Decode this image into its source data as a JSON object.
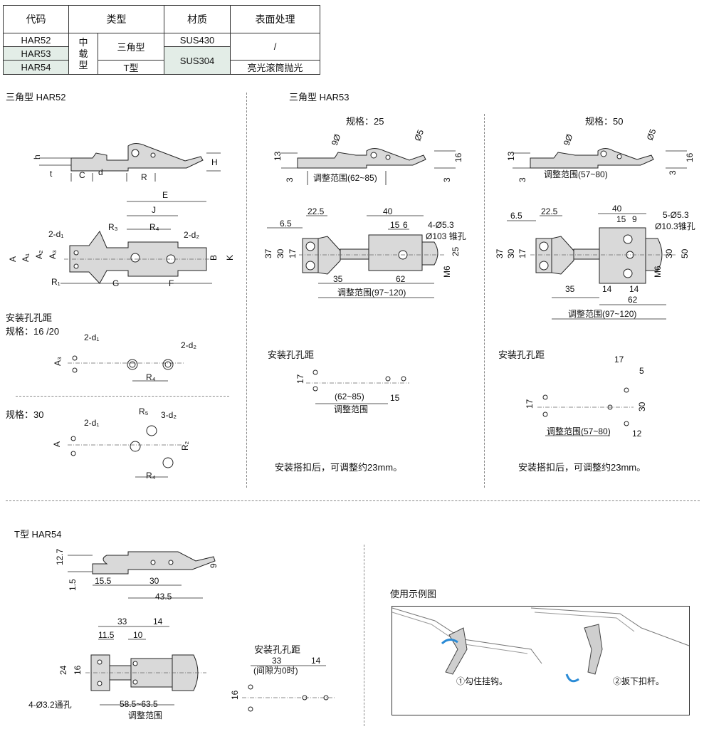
{
  "table": {
    "headers": [
      "代码",
      "类型",
      "材质",
      "表面处理"
    ],
    "rows": [
      {
        "code": "HAR52",
        "material": "SUS430"
      },
      {
        "code": "HAR53"
      },
      {
        "code": "HAR54"
      }
    ],
    "type_group": "中\n载\n型",
    "type_triangle": "三角型",
    "type_t": "T型",
    "material_2": "SUS304",
    "surface_1": "/",
    "surface_2": "亮光滚筒抛光"
  },
  "sections": {
    "har52_title": "三角型  HAR52",
    "har53_title": "三角型  HAR53",
    "har54_title": "T型  HAR54",
    "spec25": "规格：25",
    "spec50": "规格：50",
    "spec1620": "规格：16 /20",
    "spec30": "规格：30",
    "hole_pitch": "安装孔孔距",
    "adjust_note": "安装搭扣后，可调整约23mm。",
    "usage_title": "使用示例图",
    "step1": "①勾住挂钩。",
    "step2": "②扳下扣杆。"
  },
  "dims": {
    "h": "h",
    "t": "t",
    "C": "C",
    "d": "d",
    "R": "R",
    "H": "H",
    "E": "E",
    "J": "J",
    "R3": "R3",
    "R4": "R4",
    "d1": "2-d1",
    "d2": "2-d2",
    "d2b": "3-d2",
    "R5": "R5",
    "R2": "R2",
    "A": "A",
    "A1": "A1",
    "A2": "A2",
    "A3": "A3",
    "B": "B",
    "K": "K",
    "R1": "R1",
    "G": "G",
    "F": "F",
    "v13": "13",
    "v3": "3",
    "v9": "9Ø",
    "v5": "Ø5",
    "v16": "16",
    "range62_85": "调整范围(62~85)",
    "range57_80": "调整范围(57~80)",
    "v22_5": "22.5",
    "v40": "40",
    "v6_5": "6.5",
    "v15": "15",
    "v6": "6",
    "v9b": "9",
    "hole4": "4-Ø5.3",
    "cone103": "Ø103 锥孔",
    "hole5": "5-Ø5.3",
    "cone10_3": "Ø10.3锥孔",
    "v37": "37",
    "v30": "30",
    "v17": "17",
    "v25": "25",
    "v50": "50",
    "M6": "M6",
    "v35": "35",
    "v62": "62",
    "v14": "14",
    "range97_120": "调整范围(97~120)",
    "p17": "17",
    "p62_85": "(62~85)",
    "p_range": "调整范围",
    "p15": "15",
    "p5": "5",
    "p12": "12",
    "p_range57": "调整范围(57~80)",
    "t12_7": "12.7",
    "t1_5": "1.5",
    "t15_5": "15.5",
    "t30": "30",
    "t43_5": "43.5",
    "t9": "9",
    "t33": "33",
    "t14": "14",
    "t11_5": "11.5",
    "t10": "10",
    "t24": "24",
    "t16": "16",
    "t_hole": "4-Ø3.2通孔",
    "t58": "58.5~63.5",
    "t_range": "调整范围",
    "gap": "(间隙为0时)"
  }
}
